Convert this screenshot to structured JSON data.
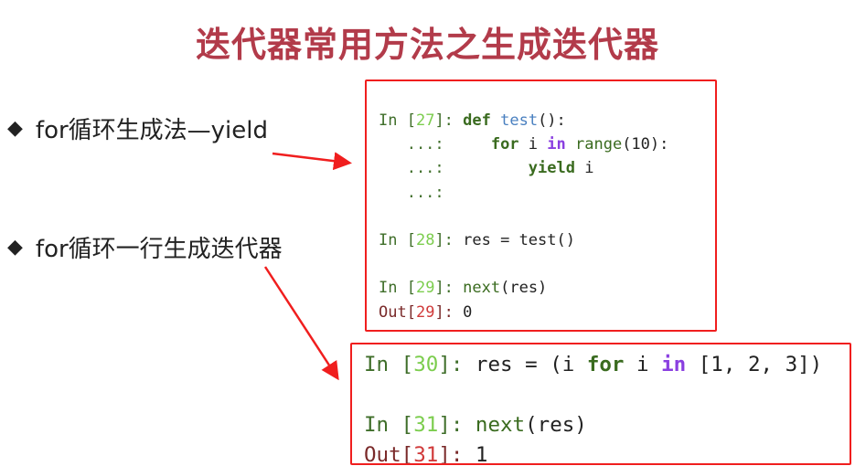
{
  "title": "迭代器常用方法之生成迭代器",
  "bullets": [
    {
      "icon": "diamond-bullet",
      "text": "for循环生成法—yield"
    },
    {
      "icon": "diamond-bullet",
      "text": "for循环一行生成迭代器"
    }
  ],
  "code_block_1": [
    [
      {
        "t": "In [",
        "c": "p"
      },
      {
        "t": "27",
        "c": "n"
      },
      {
        "t": "]: ",
        "c": "p"
      },
      {
        "t": "def ",
        "c": "kw"
      },
      {
        "t": "test",
        "c": "fn"
      },
      {
        "t": "():",
        "c": "t"
      }
    ],
    [
      {
        "t": "   ...:     ",
        "c": "p"
      },
      {
        "t": "for",
        "c": "kw"
      },
      {
        "t": " i ",
        "c": "t"
      },
      {
        "t": "in",
        "c": "op"
      },
      {
        "t": " ",
        "c": "t"
      },
      {
        "t": "range",
        "c": "bi"
      },
      {
        "t": "(10):",
        "c": "t"
      }
    ],
    [
      {
        "t": "   ...:         ",
        "c": "p"
      },
      {
        "t": "yield",
        "c": "kw"
      },
      {
        "t": " i",
        "c": "t"
      }
    ],
    [
      {
        "t": "   ...:",
        "c": "p"
      }
    ],
    [],
    [
      {
        "t": "In [",
        "c": "p"
      },
      {
        "t": "28",
        "c": "n"
      },
      {
        "t": "]: ",
        "c": "p"
      },
      {
        "t": "res = test()",
        "c": "t"
      }
    ],
    [],
    [
      {
        "t": "In [",
        "c": "p"
      },
      {
        "t": "29",
        "c": "n"
      },
      {
        "t": "]: ",
        "c": "p"
      },
      {
        "t": "next",
        "c": "bi"
      },
      {
        "t": "(res)",
        "c": "t"
      }
    ],
    [
      {
        "t": "Out[",
        "c": "o"
      },
      {
        "t": "29",
        "c": "on"
      },
      {
        "t": "]: ",
        "c": "o"
      },
      {
        "t": "0",
        "c": "t"
      }
    ]
  ],
  "code_block_2": [
    [
      {
        "t": "In [",
        "c": "p"
      },
      {
        "t": "30",
        "c": "n"
      },
      {
        "t": "]: ",
        "c": "p"
      },
      {
        "t": "res = (i ",
        "c": "t"
      },
      {
        "t": "for",
        "c": "kw"
      },
      {
        "t": " i ",
        "c": "t"
      },
      {
        "t": "in",
        "c": "op"
      },
      {
        "t": " [1, 2, 3])",
        "c": "t"
      }
    ],
    [],
    [
      {
        "t": "In [",
        "c": "p"
      },
      {
        "t": "31",
        "c": "n"
      },
      {
        "t": "]: ",
        "c": "p"
      },
      {
        "t": "next",
        "c": "bi"
      },
      {
        "t": "(res)",
        "c": "t"
      }
    ],
    [
      {
        "t": "Out[",
        "c": "o"
      },
      {
        "t": "31",
        "c": "on"
      },
      {
        "t": "]: ",
        "c": "o"
      },
      {
        "t": "1",
        "c": "t"
      }
    ]
  ],
  "colors": {
    "title": "#b23b4a",
    "highlight_border": "#f01e1e",
    "arrow": "#f01e1e"
  }
}
